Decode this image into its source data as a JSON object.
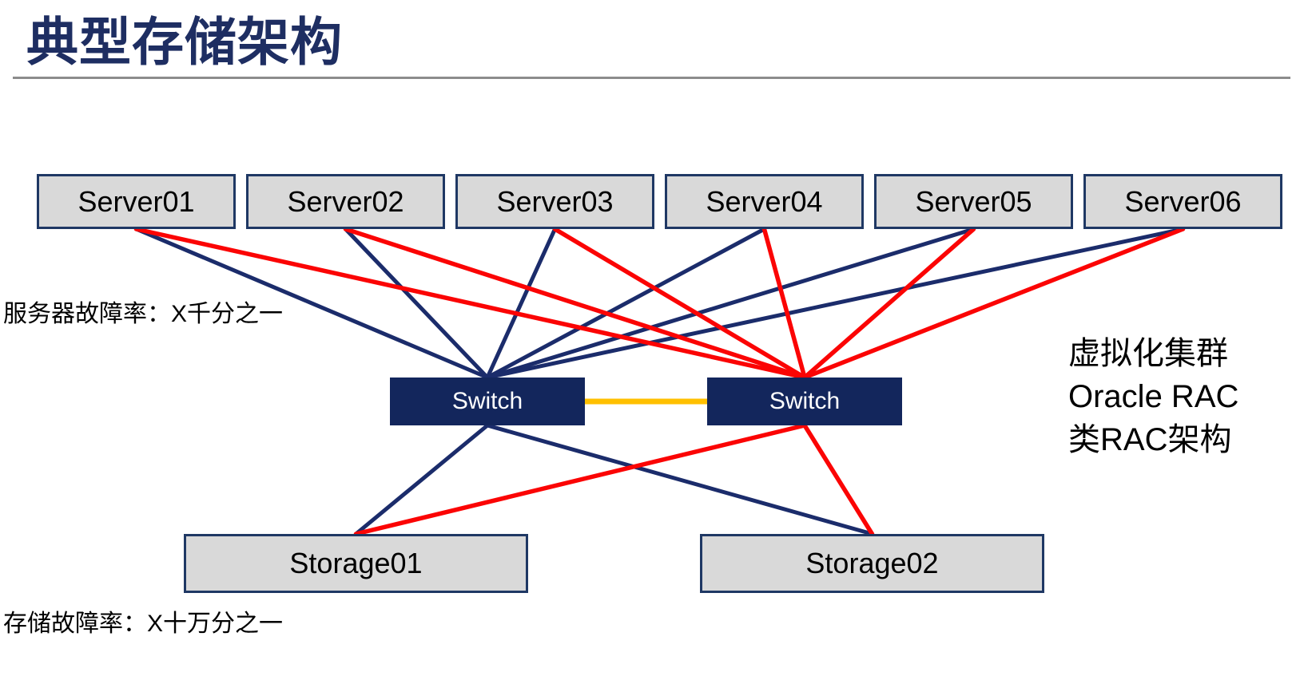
{
  "title": "典型存储架构",
  "labels": {
    "server_failure_rate": "服务器故障率：X千分之一",
    "storage_failure_rate": "存储故障率：X十万分之一"
  },
  "side_note": [
    "虚拟化集群",
    "Oracle RAC",
    "类RAC架构"
  ],
  "colors": {
    "title": "#1E2E62",
    "navy_line": "#1B2C6B",
    "red_line": "#FB0404",
    "gold_link": "#FFC000",
    "box_fill": "#D9D9D9",
    "box_border": "#1F3864",
    "switch_fill": "#13265C",
    "divider": "#8C8C8C"
  },
  "diagram": {
    "servers": [
      {
        "id": "server1",
        "label": "Server01"
      },
      {
        "id": "server2",
        "label": "Server02"
      },
      {
        "id": "server3",
        "label": "Server03"
      },
      {
        "id": "server4",
        "label": "Server04"
      },
      {
        "id": "server5",
        "label": "Server05"
      },
      {
        "id": "server6",
        "label": "Server06"
      }
    ],
    "switches": [
      {
        "id": "switch1",
        "label": "Switch"
      },
      {
        "id": "switch2",
        "label": "Switch"
      }
    ],
    "storages": [
      {
        "id": "storage1",
        "label": "Storage01"
      },
      {
        "id": "storage2",
        "label": "Storage02"
      }
    ],
    "connections": [
      {
        "from": "server1",
        "from_anchor": "bottom",
        "to": "switch1",
        "to_anchor": "top",
        "color": "navy_line",
        "width": 5
      },
      {
        "from": "server2",
        "from_anchor": "bottom",
        "to": "switch1",
        "to_anchor": "top",
        "color": "navy_line",
        "width": 5
      },
      {
        "from": "server3",
        "from_anchor": "bottom",
        "to": "switch1",
        "to_anchor": "top",
        "color": "navy_line",
        "width": 5
      },
      {
        "from": "server4",
        "from_anchor": "bottom",
        "to": "switch1",
        "to_anchor": "top",
        "color": "navy_line",
        "width": 5
      },
      {
        "from": "server5",
        "from_anchor": "bottom",
        "to": "switch1",
        "to_anchor": "top",
        "color": "navy_line",
        "width": 5
      },
      {
        "from": "server6",
        "from_anchor": "bottom",
        "to": "switch1",
        "to_anchor": "top",
        "color": "navy_line",
        "width": 5
      },
      {
        "from": "switch1",
        "from_anchor": "bottom",
        "to": "storage1",
        "to_anchor": "top",
        "color": "navy_line",
        "width": 5
      },
      {
        "from": "switch1",
        "from_anchor": "bottom",
        "to": "storage2",
        "to_anchor": "top",
        "color": "navy_line",
        "width": 5
      },
      {
        "from": "server1",
        "from_anchor": "bottom",
        "to": "switch2",
        "to_anchor": "top",
        "color": "red_line",
        "width": 5.5
      },
      {
        "from": "server2",
        "from_anchor": "bottom",
        "to": "switch2",
        "to_anchor": "top",
        "color": "red_line",
        "width": 5.5
      },
      {
        "from": "server3",
        "from_anchor": "bottom",
        "to": "switch2",
        "to_anchor": "top",
        "color": "red_line",
        "width": 5.5
      },
      {
        "from": "server4",
        "from_anchor": "bottom",
        "to": "switch2",
        "to_anchor": "top",
        "color": "red_line",
        "width": 5.5
      },
      {
        "from": "server5",
        "from_anchor": "bottom",
        "to": "switch2",
        "to_anchor": "top",
        "color": "red_line",
        "width": 5.5
      },
      {
        "from": "server6",
        "from_anchor": "bottom",
        "to": "switch2",
        "to_anchor": "top",
        "color": "red_line",
        "width": 5.5
      },
      {
        "from": "switch2",
        "from_anchor": "bottom",
        "to": "storage1",
        "to_anchor": "top",
        "color": "red_line",
        "width": 5.5
      },
      {
        "from": "switch2",
        "from_anchor": "bottom",
        "to": "storage2",
        "to_anchor": "top",
        "color": "red_line",
        "width": 5.5
      },
      {
        "from": "switch1",
        "from_anchor": "right",
        "to": "switch2",
        "to_anchor": "left",
        "color": "gold_link",
        "width": 7
      }
    ]
  }
}
